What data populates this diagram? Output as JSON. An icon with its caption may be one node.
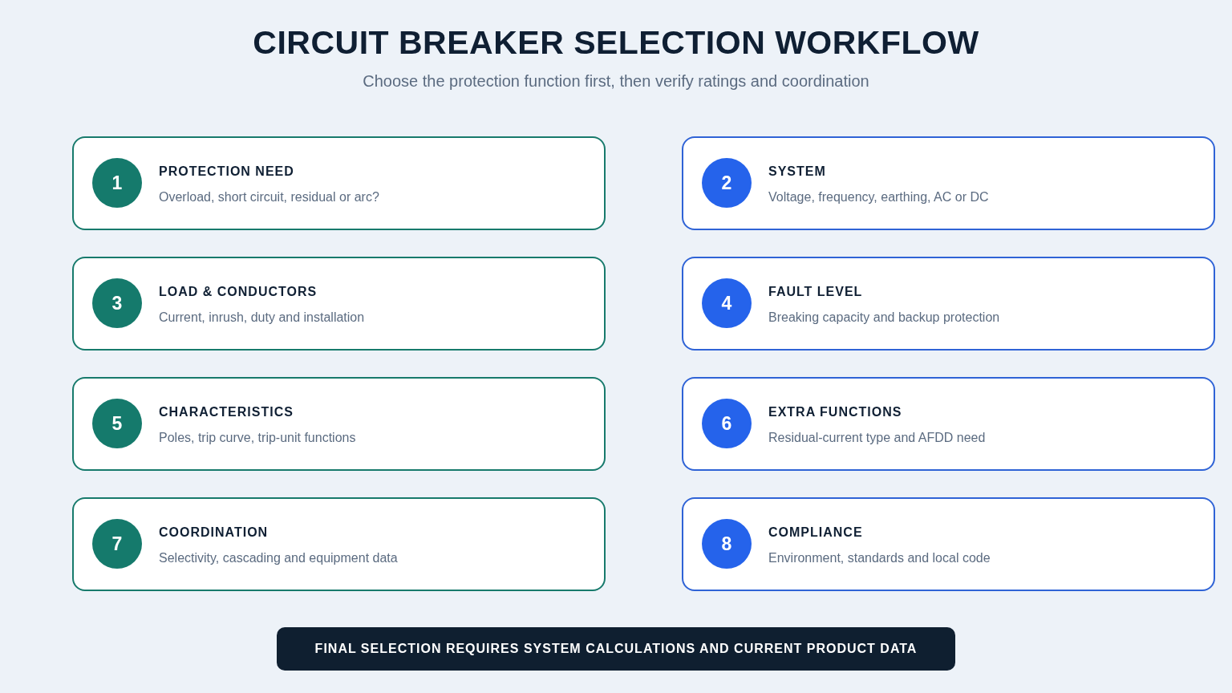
{
  "diagram": {
    "title": "CIRCUIT BREAKER SELECTION WORKFLOW",
    "nodes": [
      {
        "text": [
          "PROTECTION NEED",
          "Overload, short circuit, residual or arc?"
        ]
      },
      {
        "text": [
          "1"
        ],
        "in": 0
      },
      {
        "text": [
          "SYSTEM",
          "Voltage, frequency, earthing, AC or DC"
        ]
      },
      {
        "text": [
          "2"
        ],
        "in": 2
      },
      {
        "text": [
          "LOAD & CONDUCTORS",
          "Current, inrush, duty and installation"
        ]
      },
      {
        "text": [
          "3"
        ],
        "in": 4
      },
      {
        "text": [
          "FAULT LEVEL",
          "Breaking capacity and backup protection"
        ]
      },
      {
        "text": [
          "4"
        ],
        "in": 6
      },
      {
        "text": [
          "CHARACTERISTICS",
          "Poles, trip curve, trip-unit functions"
        ]
      },
      {
        "text": [
          "5"
        ],
        "in": 8
      },
      {
        "text": [
          "EXTRA FUNCTIONS",
          "Residual-current type and AFDD need"
        ]
      },
      {
        "text": [
          "6"
        ],
        "in": 10
      },
      {
        "text": [
          "COORDINATION",
          "Selectivity, cascading and equipment data"
        ]
      },
      {
        "text": [
          "7"
        ],
        "in": 12
      },
      {
        "text": [
          "COMPLIANCE",
          "Environment, standards and local code"
        ]
      },
      {
        "text": [
          "8"
        ],
        "in": 14
      },
      {
        "text": [
          "FINAL SELECTION REQUIRES SYSTEM CALCULATIONS AND CURRENT PRODUCT DATA"
        ]
      }
    ],
    "labels": [
      "Choose the protection function first, then verify ratings and coordination"
    ]
  }
}
